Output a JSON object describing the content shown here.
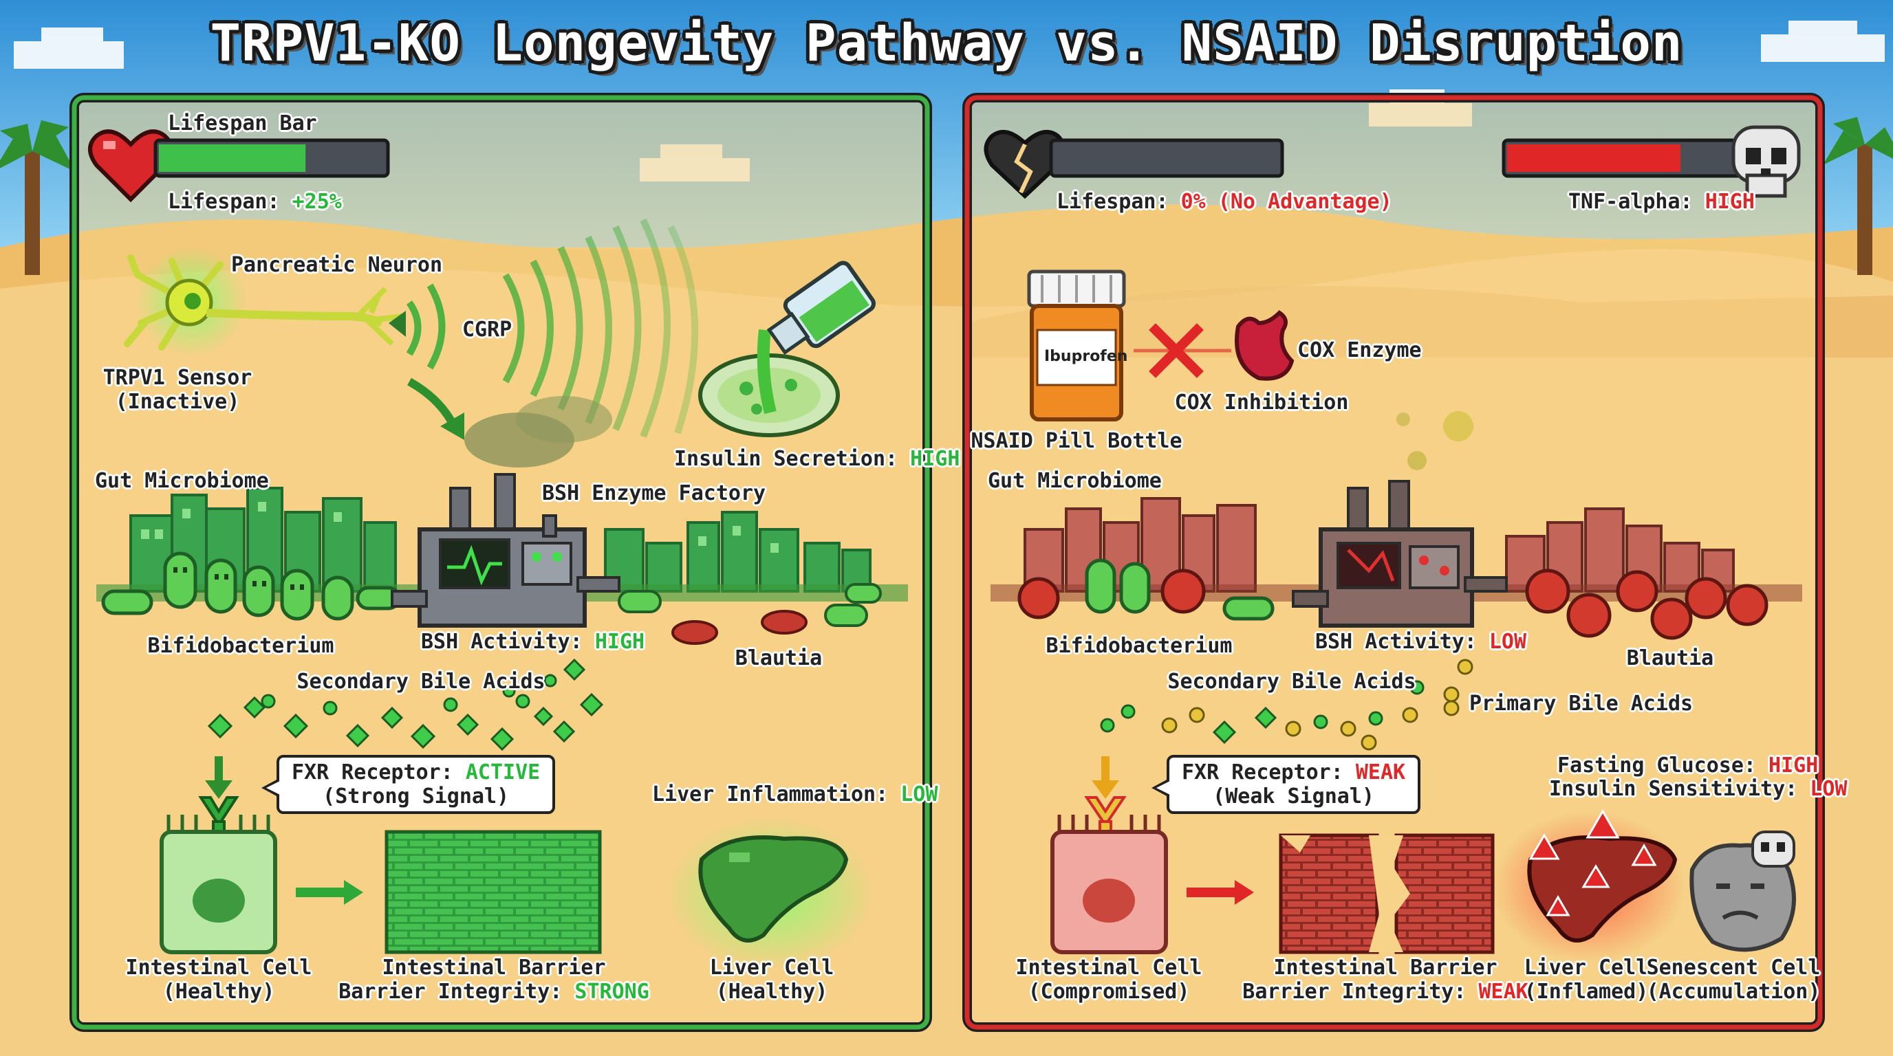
{
  "title": "TRPV1-KO Longevity Pathway vs. NSAID Disruption",
  "colors": {
    "good": "#25b83a",
    "bad": "#e02626",
    "good_border": "#2fa83a",
    "bad_border": "#d42a2a"
  },
  "left_panel": {
    "lifespan_bar_label": "Lifespan Bar",
    "lifespan_prefix": "Lifespan:",
    "lifespan_value": "+25%",
    "lifespan_fill_fraction": 0.65,
    "neuron_label": "Pancreatic Neuron",
    "signal_label": "CGRP",
    "sensor_label": [
      "TRPV1 Sensor",
      "(Inactive)"
    ],
    "insulin_prefix": "Insulin Secretion:",
    "insulin_value": "HIGH",
    "microbiome_label": "Gut Microbiome",
    "factory_label": "BSH Enzyme Factory",
    "bifido_label": "Bifidobacterium",
    "bsh_prefix": "BSH Activity:",
    "bsh_value": "HIGH",
    "blautia_label": "Blautia",
    "bile_label": "Secondary Bile Acids",
    "fxr_prefix": "FXR Receptor:",
    "fxr_value": "ACTIVE",
    "fxr_sub": "(Strong Signal)",
    "liver_inflam_prefix": "Liver Inflammation:",
    "liver_inflam_value": "LOW",
    "intestinal_cell_label": [
      "Intestinal Cell",
      "(Healthy)"
    ],
    "barrier_label": "Intestinal Barrier",
    "barrier_prefix": "Barrier Integrity:",
    "barrier_value": "STRONG",
    "liver_label": [
      "Liver Cell",
      "(Healthy)"
    ]
  },
  "right_panel": {
    "lifespan_prefix": "Lifespan:",
    "lifespan_value": "0% (No Advantage)",
    "lifespan_fill_fraction": 0.0,
    "tnf_prefix": "TNF-alpha:",
    "tnf_value": "HIGH",
    "tnf_fill_fraction": 0.75,
    "pill_text": "Ibuprofen",
    "pill_bottle_label": "NSAID Pill Bottle",
    "cox_enzyme_label": "COX Enzyme",
    "cox_inhibition_label": "COX Inhibition",
    "microbiome_label": "Gut Microbiome",
    "bifido_label": "Bifidobacterium",
    "bsh_prefix": "BSH Activity:",
    "bsh_value": "LOW",
    "blautia_label": "Blautia",
    "secondary_bile_label": "Secondary Bile Acids",
    "primary_bile_label": "Primary Bile Acids",
    "fxr_prefix": "FXR Receptor:",
    "fxr_value": "WEAK",
    "fxr_sub": "(Weak Signal)",
    "glucose_prefix": "Fasting Glucose:",
    "glucose_value": "HIGH",
    "insulin_sens_prefix": "Insulin Sensitivity:",
    "insulin_sens_value": "LOW",
    "intestinal_cell_label": [
      "Intestinal Cell",
      "(Compromised)"
    ],
    "barrier_label": "Intestinal Barrier",
    "barrier_prefix": "Barrier Integrity:",
    "barrier_value": "WEAK",
    "liver_label": [
      "Liver Cell",
      "(Inflamed)"
    ],
    "senescent_label": [
      "Senescent Cell",
      "(Accumulation)"
    ]
  }
}
